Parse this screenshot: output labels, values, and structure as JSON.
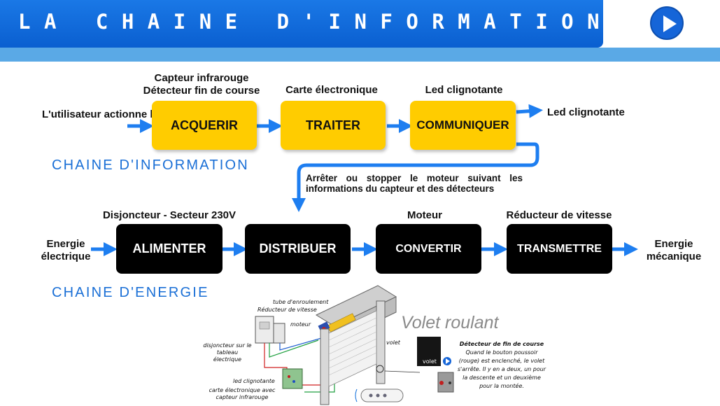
{
  "header": {
    "title": "LA CHAINE D'INFORMATION",
    "play_icon": "play-icon"
  },
  "info_chain": {
    "label": "CHAINE D'INFORMATION",
    "input": "L'utilisateur actionne la télécommande",
    "blocks": [
      {
        "name": "ACQUERIR",
        "note": "Capteur infrarouge Détecteur fin de course"
      },
      {
        "name": "TRAITER",
        "note": "Carte électronique"
      },
      {
        "name": "COMMUNIQUER",
        "note": "Led clignotante"
      }
    ],
    "output": "Led clignotante",
    "order_text": "Arrêter ou stopper le moteur suivant les informations du capteur et des détecteurs"
  },
  "energy_chain": {
    "label": "CHAINE D'ENERGIE",
    "input": "Energie électrique",
    "blocks": [
      {
        "name": "ALIMENTER",
        "note": "Disjoncteur - Secteur 230V"
      },
      {
        "name": "DISTRIBUER",
        "note": ""
      },
      {
        "name": "CONVERTIR",
        "note": "Moteur"
      },
      {
        "name": "TRANSMETTRE",
        "note": "Réducteur de vitesse"
      }
    ],
    "output": "Energie mécanique"
  },
  "illustration": {
    "title": "Volet roulant",
    "labels": {
      "tube": "tube d'enroulement",
      "reducteur": "Réducteur de vitesse",
      "moteur": "moteur",
      "volet": "volet",
      "disjoncteur": "disjoncteur sur le tableau électrique",
      "led": "led clignotante",
      "carte": "carte électronique avec capteur infrarouge",
      "screen_text": "volet"
    },
    "detector_title": "Détecteur de fin de course",
    "detector_text": "Quand le bouton poussoir (rouge) est enclenché, le volet s'arrête. Il y en a deux, un pour la descente et un deuxième pour la montée."
  },
  "colors": {
    "header_blue": "#0a5fd0",
    "arrow_blue": "#1e7ef0",
    "info_yellow": "#ffcc00",
    "energy_black": "#000000",
    "chain_label": "#1a6fd6"
  }
}
